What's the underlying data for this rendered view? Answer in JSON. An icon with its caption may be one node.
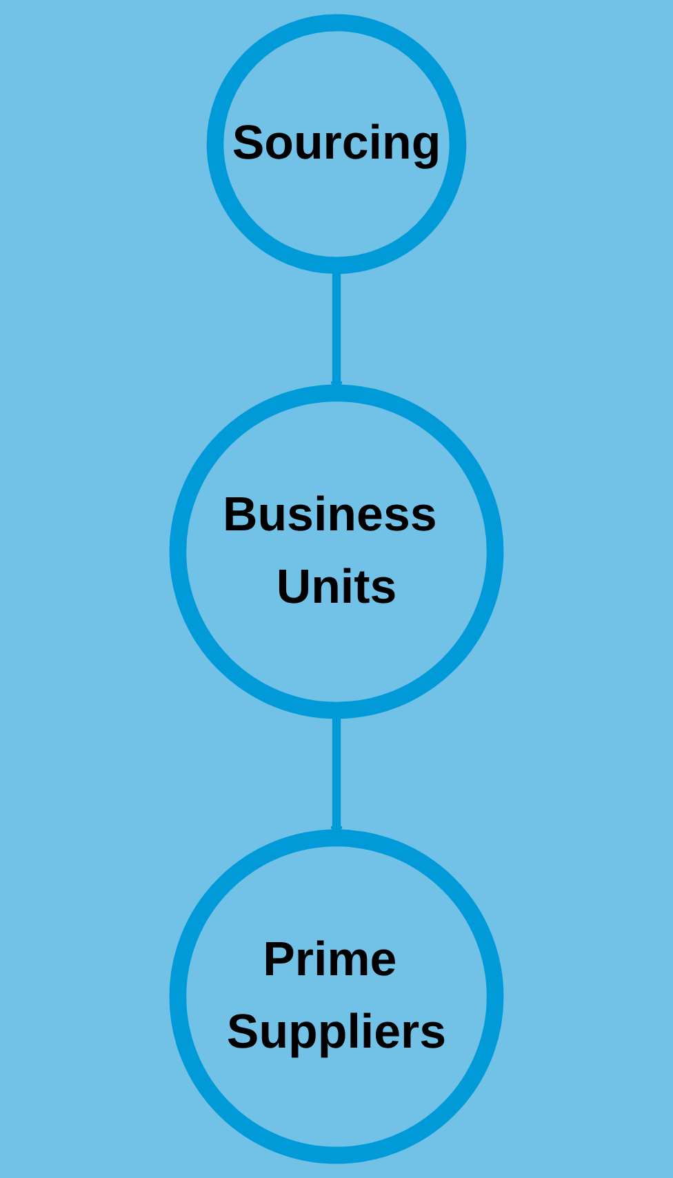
{
  "diagram": {
    "nodes": [
      {
        "text": [
          "Sourcing"
        ]
      },
      {
        "text": [
          "Business Units"
        ]
      },
      {
        "text": [
          "Prime Suppliers"
        ]
      }
    ],
    "edges": [
      {
        "from": 0,
        "to": 1,
        "arrow": "to"
      },
      {
        "from": 1,
        "to": 2,
        "arrow": "to"
      }
    ]
  }
}
